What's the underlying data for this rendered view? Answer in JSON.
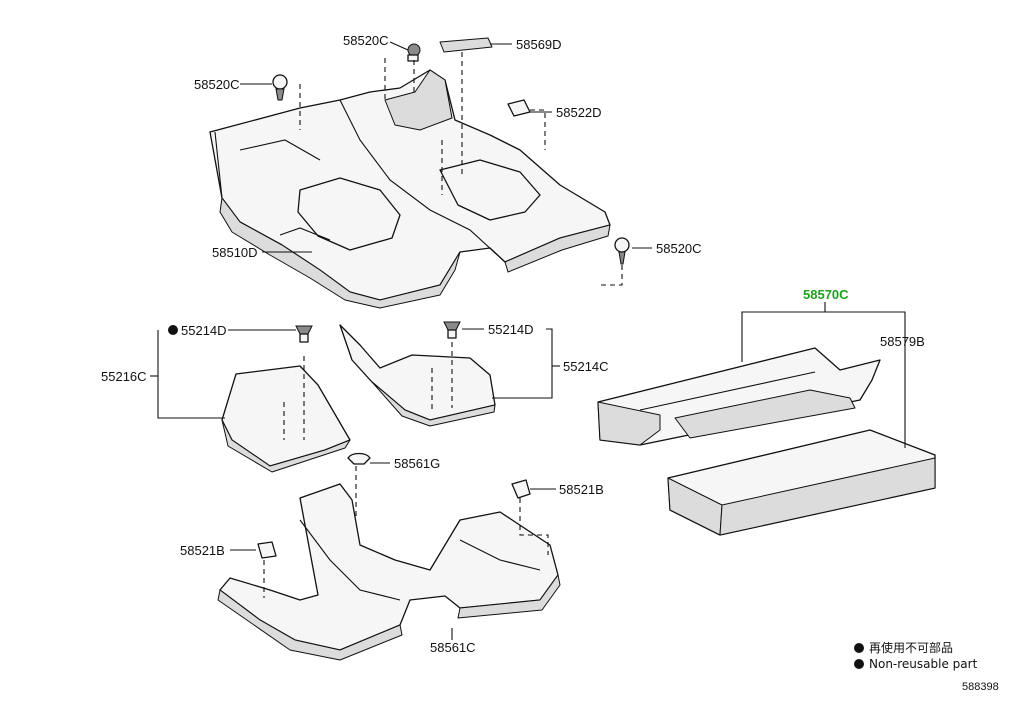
{
  "labels": {
    "clip_58520c_top": "58520C",
    "retainer_58569d": "58569D",
    "clip_58520c_left": "58520C",
    "clip_58522d": "58522D",
    "carpet_58510d": "58510D",
    "clip_58520c_right": "58520C",
    "assy_58570c": "58570C",
    "mat_58579b": "58579B",
    "clip_55214d_left": "55214D",
    "silencer_55216c": "55216C",
    "clip_55214d_right": "55214D",
    "silencer_55214c": "55214C",
    "clip_58561g": "58561G",
    "clip_58521b_right": "58521B",
    "clip_58521b_left": "58521B",
    "carpet_58561c": "58561C"
  },
  "legend": {
    "line1": "再使用不可部品",
    "line2": "Non-reusable part"
  },
  "reference_number": "588398",
  "colors": {
    "highlight": "#1f9f1f",
    "ink": "#111111"
  }
}
